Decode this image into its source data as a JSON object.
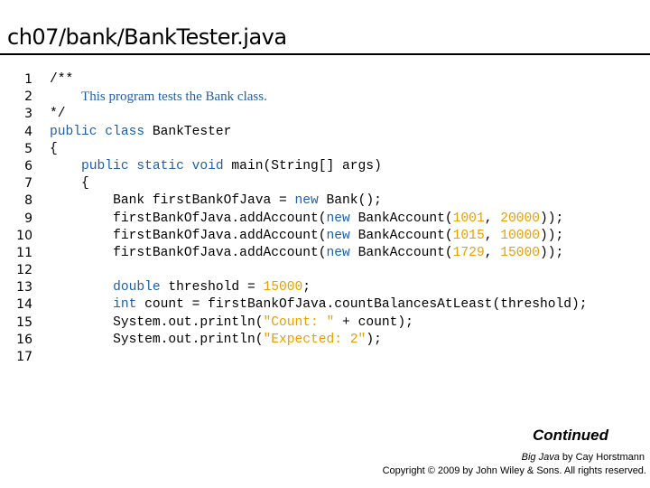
{
  "slide": {
    "title": "ch07/bank/BankTester.java",
    "continued": "Continued",
    "credit_book": "Big Java",
    "credit_author": " by Cay Horstmann",
    "copyright": "Copyright © 2009 by John Wiley & Sons.  All rights reserved."
  },
  "code": {
    "colors": {
      "keyword": "#1f5fa8",
      "literal": "#e8a000",
      "comment": "#1f5fa8"
    },
    "lines": [
      {
        "n": "1",
        "indent": "",
        "tokens": [
          {
            "t": "/**",
            "c": "plain"
          }
        ]
      },
      {
        "n": "2",
        "indent": "    ",
        "tokens": [
          {
            "t": "This program tests the Bank class.",
            "c": "doc"
          }
        ]
      },
      {
        "n": "3",
        "indent": "",
        "tokens": [
          {
            "t": "*/",
            "c": "plain"
          }
        ]
      },
      {
        "n": "4",
        "indent": "",
        "tokens": [
          {
            "t": "public class",
            "c": "kw"
          },
          {
            "t": " BankTester",
            "c": "plain"
          }
        ]
      },
      {
        "n": "5",
        "indent": "",
        "tokens": [
          {
            "t": "{",
            "c": "plain"
          }
        ]
      },
      {
        "n": "6",
        "indent": "    ",
        "tokens": [
          {
            "t": "public static void",
            "c": "kw"
          },
          {
            "t": " main(String[] args)",
            "c": "plain"
          }
        ]
      },
      {
        "n": "7",
        "indent": "    ",
        "tokens": [
          {
            "t": "{",
            "c": "plain"
          }
        ]
      },
      {
        "n": "8",
        "indent": "        ",
        "tokens": [
          {
            "t": "Bank firstBankOfJava = ",
            "c": "plain"
          },
          {
            "t": "new",
            "c": "kw"
          },
          {
            "t": " Bank();",
            "c": "plain"
          }
        ]
      },
      {
        "n": "9",
        "indent": "        ",
        "tokens": [
          {
            "t": "firstBankOfJava.addAccount(",
            "c": "plain"
          },
          {
            "t": "new",
            "c": "kw"
          },
          {
            "t": " BankAccount(",
            "c": "plain"
          },
          {
            "t": "1001",
            "c": "num"
          },
          {
            "t": ", ",
            "c": "plain"
          },
          {
            "t": "20000",
            "c": "num"
          },
          {
            "t": "));",
            "c": "plain"
          }
        ]
      },
      {
        "n": "10",
        "indent": "        ",
        "tokens": [
          {
            "t": "firstBankOfJava.addAccount(",
            "c": "plain"
          },
          {
            "t": "new",
            "c": "kw"
          },
          {
            "t": " BankAccount(",
            "c": "plain"
          },
          {
            "t": "1015",
            "c": "num"
          },
          {
            "t": ", ",
            "c": "plain"
          },
          {
            "t": "10000",
            "c": "num"
          },
          {
            "t": "));",
            "c": "plain"
          }
        ]
      },
      {
        "n": "11",
        "indent": "        ",
        "tokens": [
          {
            "t": "firstBankOfJava.addAccount(",
            "c": "plain"
          },
          {
            "t": "new",
            "c": "kw"
          },
          {
            "t": " BankAccount(",
            "c": "plain"
          },
          {
            "t": "1729",
            "c": "num"
          },
          {
            "t": ", ",
            "c": "plain"
          },
          {
            "t": "15000",
            "c": "num"
          },
          {
            "t": "));",
            "c": "plain"
          }
        ]
      },
      {
        "n": "12",
        "indent": "",
        "tokens": []
      },
      {
        "n": "13",
        "indent": "        ",
        "tokens": [
          {
            "t": "double",
            "c": "kw"
          },
          {
            "t": " threshold = ",
            "c": "plain"
          },
          {
            "t": "15000",
            "c": "num"
          },
          {
            "t": ";",
            "c": "plain"
          }
        ]
      },
      {
        "n": "14",
        "indent": "        ",
        "tokens": [
          {
            "t": "int",
            "c": "kw"
          },
          {
            "t": " count = firstBankOfJava.countBalancesAtLeast(threshold);",
            "c": "plain"
          }
        ]
      },
      {
        "n": "15",
        "indent": "        ",
        "tokens": [
          {
            "t": "System.out.println(",
            "c": "plain"
          },
          {
            "t": "\"Count: \"",
            "c": "str"
          },
          {
            "t": " + count);",
            "c": "plain"
          }
        ]
      },
      {
        "n": "16",
        "indent": "        ",
        "tokens": [
          {
            "t": "System.out.println(",
            "c": "plain"
          },
          {
            "t": "\"Expected: 2\"",
            "c": "str"
          },
          {
            "t": ");",
            "c": "plain"
          }
        ]
      },
      {
        "n": "17",
        "indent": "",
        "tokens": []
      }
    ]
  }
}
